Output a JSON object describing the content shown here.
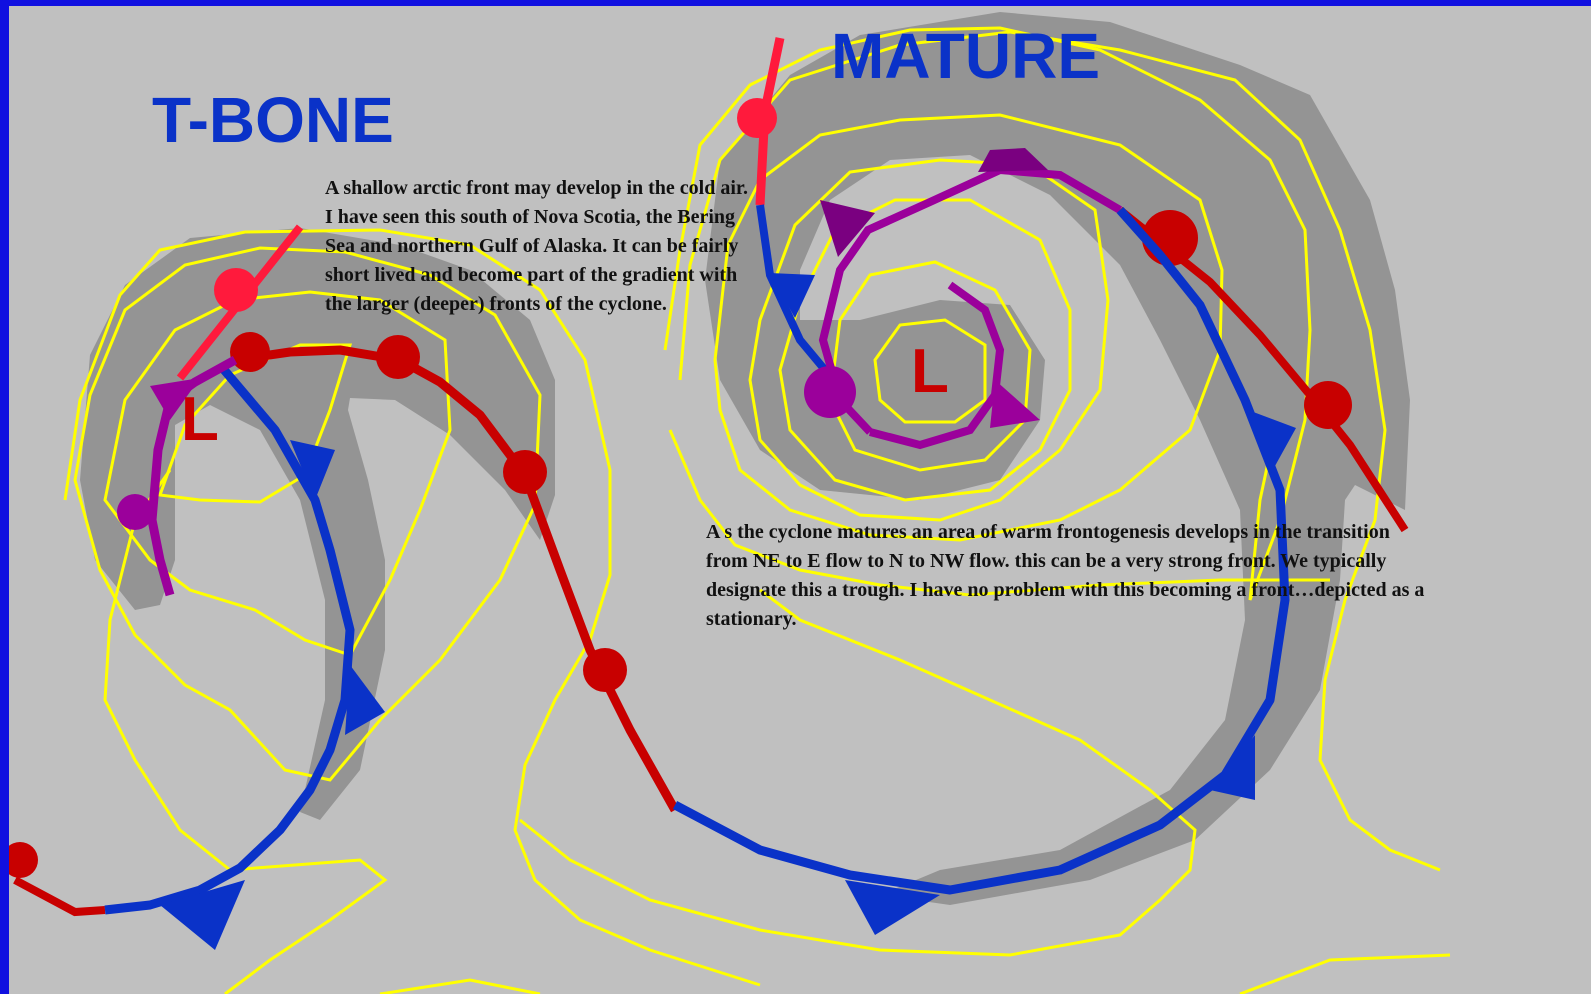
{
  "slide": {
    "background_color": "#1010e0",
    "panel_color": "#c0c0c0"
  },
  "titles": {
    "tbone": "T-BONE",
    "mature": "MATURE"
  },
  "notes": {
    "arctic_front": "A shallow arctic front may develop in the cold air. I have seen this south of Nova Scotia, the Bering Sea and northern Gulf of Alaska. It can be fairly short lived and become part of the gradient with the larger (deeper) fronts of the cyclone.",
    "warm_frontogenesis": "A s the cyclone matures an area of warm frontogenesis develops in the transition from NE to E flow to N to NW flow. this can be a very strong front. We typically designate this a trough.  I have no problem with this becoming a front…depicted as a stationary."
  },
  "lows": {
    "tbone_low": "L",
    "mature_low": "L"
  },
  "colors": {
    "title": "#0a32c8",
    "isobar": "#ffff00",
    "cold_front": "#0a32c8",
    "warm_front": "#c80000",
    "arctic_front": "#ff1a3c",
    "occluded_front": "#9b009b",
    "cloud_shading": "#949494",
    "low_label": "#c80000"
  },
  "legend_of_symbols": {
    "cold_front_icon": "triangle-pips",
    "warm_front_icon": "semicircle-pips",
    "occluded_front_icon": "alternating-pips"
  }
}
